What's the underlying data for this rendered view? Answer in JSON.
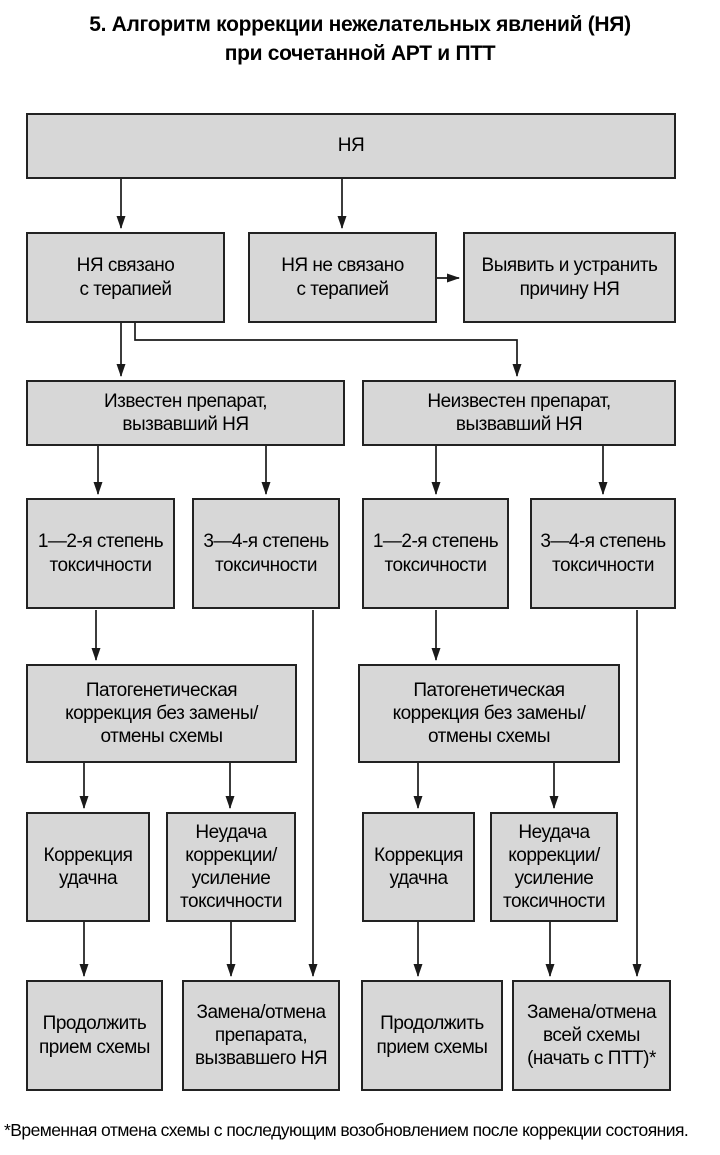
{
  "title": {
    "line1": "5. Алгоритм коррекции нежелательных явлений (НЯ)",
    "line2": "при сочетанной АРТ и ПТТ"
  },
  "nodes": {
    "ae": {
      "label": "НЯ"
    },
    "related": {
      "label": "НЯ связано\nс терапией"
    },
    "unrelated": {
      "label": "НЯ не связано\nс терапией"
    },
    "eliminate": {
      "label": "Выявить и устранить\nпричину НЯ"
    },
    "known_drug": {
      "label": "Известен препарат,\nвызвавший НЯ"
    },
    "unknown_drug": {
      "label": "Неизвестен препарат,\nвызвавший НЯ"
    },
    "tox12_left": {
      "label": "1—2-я степень\nтоксичности"
    },
    "tox34_left": {
      "label": "3—4-я степень\nтоксичности"
    },
    "tox12_right": {
      "label": "1—2-я степень\nтоксичности"
    },
    "tox34_right": {
      "label": "3—4-я степень\nтоксичности"
    },
    "patho_left": {
      "label": "Патогенетическая\nкоррекция без замены/\nотмены схемы"
    },
    "patho_right": {
      "label": "Патогенетическая\nкоррекция без замены/\nотмены схемы"
    },
    "success_left": {
      "label": "Коррекция\nудачна"
    },
    "failure_left": {
      "label": "Неудача\nкоррекции/\nусиление\nтоксичности"
    },
    "success_right": {
      "label": "Коррекция\nудачна"
    },
    "failure_right": {
      "label": "Неудача\nкоррекции/\nусиление\nтоксичности"
    },
    "continue_left": {
      "label": "Продолжить\nприем схемы"
    },
    "replace_drug": {
      "label": "Замена/отмена\nпрепарата,\nвызвавшего НЯ"
    },
    "continue_right": {
      "label": "Продолжить\nприем схемы"
    },
    "replace_all": {
      "label": "Замена/отмена\nвсей схемы\n(начать с ПТТ)*"
    }
  },
  "edges": [
    {
      "from": "ae",
      "to": "related"
    },
    {
      "from": "ae",
      "to": "unrelated"
    },
    {
      "from": "unrelated",
      "to": "eliminate"
    },
    {
      "from": "related",
      "to": "known_drug"
    },
    {
      "from": "related",
      "to": "unknown_drug"
    },
    {
      "from": "known_drug",
      "to": "tox12_left"
    },
    {
      "from": "known_drug",
      "to": "tox34_left"
    },
    {
      "from": "unknown_drug",
      "to": "tox12_right"
    },
    {
      "from": "unknown_drug",
      "to": "tox34_right"
    },
    {
      "from": "tox12_left",
      "to": "patho_left"
    },
    {
      "from": "tox12_right",
      "to": "patho_right"
    },
    {
      "from": "tox34_left",
      "to": "replace_drug"
    },
    {
      "from": "tox34_right",
      "to": "replace_all"
    },
    {
      "from": "patho_left",
      "to": "success_left"
    },
    {
      "from": "patho_left",
      "to": "failure_left"
    },
    {
      "from": "patho_right",
      "to": "success_right"
    },
    {
      "from": "patho_right",
      "to": "failure_right"
    },
    {
      "from": "success_left",
      "to": "continue_left"
    },
    {
      "from": "failure_left",
      "to": "replace_drug"
    },
    {
      "from": "success_right",
      "to": "continue_right"
    },
    {
      "from": "failure_right",
      "to": "replace_all"
    }
  ],
  "footnote": "*Временная отмена схемы с последующим возобновлением после коррекции состояния.",
  "colors": {
    "background": "#ffffff",
    "box_fill": "#d7d7d7",
    "box_border": "#222222",
    "connector": "#1a1a1a",
    "text": "#000000"
  }
}
